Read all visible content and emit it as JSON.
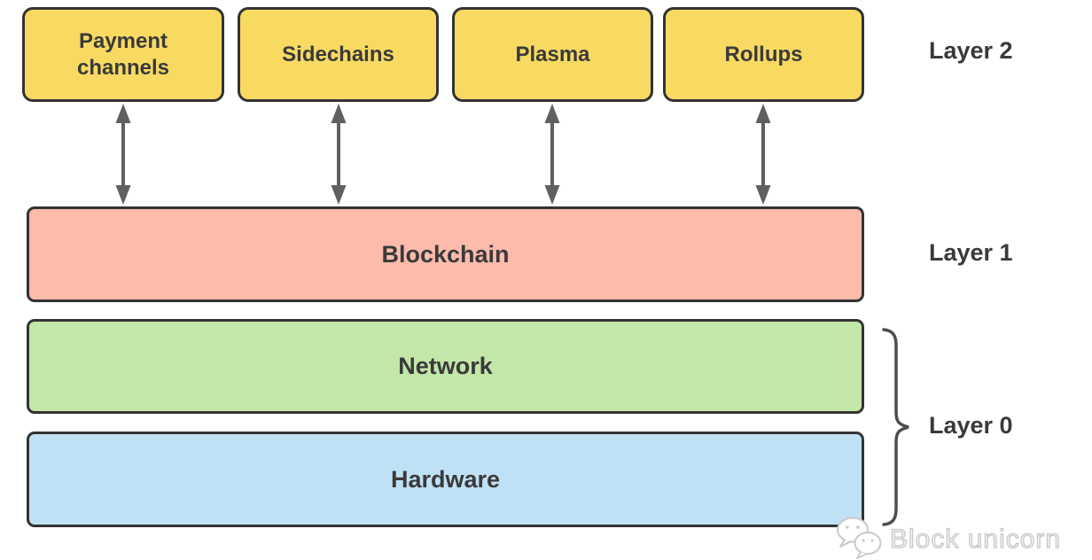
{
  "diagram": {
    "layers": [
      {
        "name": "Layer 2",
        "boxes": [
          {
            "label": "Payment channels",
            "color": "#F8DA62"
          },
          {
            "label": "Sidechains",
            "color": "#F8DA62"
          },
          {
            "label": "Plasma",
            "color": "#F8DA62"
          },
          {
            "label": "Rollups",
            "color": "#F8DA62"
          }
        ]
      },
      {
        "name": "Layer 1",
        "boxes": [
          {
            "label": "Blockchain",
            "color": "#FDBBAB"
          }
        ]
      },
      {
        "name": "Layer 0",
        "boxes": [
          {
            "label": "Network",
            "color": "#C3E6A9"
          },
          {
            "label": "Hardware",
            "color": "#BFE1F5"
          }
        ]
      }
    ],
    "connections": [
      {
        "from": "Payment channels",
        "to": "Blockchain",
        "type": "double-arrow"
      },
      {
        "from": "Sidechains",
        "to": "Blockchain",
        "type": "double-arrow"
      },
      {
        "from": "Plasma",
        "to": "Blockchain",
        "type": "double-arrow"
      },
      {
        "from": "Rollups",
        "to": "Blockchain",
        "type": "double-arrow"
      }
    ],
    "colors": {
      "box_border": "#333333",
      "arrow": "#606060",
      "label_text": "#3a3a3a",
      "brace": "#4d4d4d",
      "watermark": "#c6c6c6",
      "background": "#ffffff"
    },
    "watermark": {
      "label": "Block unicorn",
      "icon": "wechat-chat-bubbles-icon"
    }
  }
}
